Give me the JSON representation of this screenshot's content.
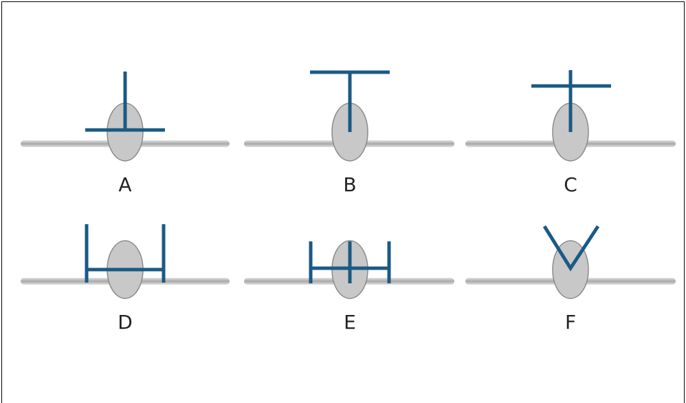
{
  "colors": {
    "tail": "#1a5a85",
    "fuselage_fill": "#c8c8c8",
    "fuselage_stroke": "#8a8a8a",
    "wing": "#b0b0b0",
    "label": "#222222"
  },
  "figures": [
    {
      "label": "A"
    },
    {
      "label": "B"
    },
    {
      "label": "C"
    },
    {
      "label": "D"
    },
    {
      "label": "E"
    },
    {
      "label": "F"
    }
  ]
}
